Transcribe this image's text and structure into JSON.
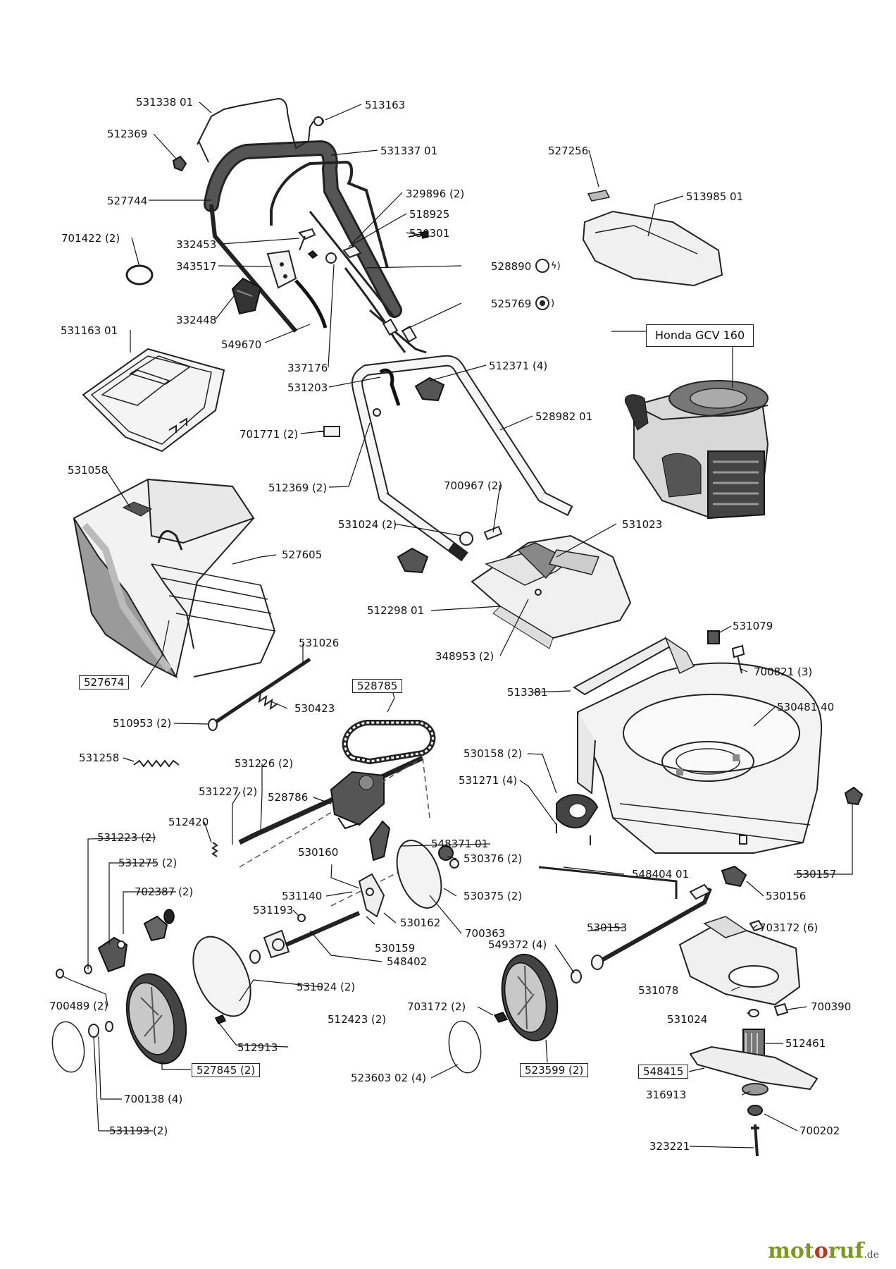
{
  "engine_label": "Honda GCV 160",
  "watermark": {
    "p1": "mot",
    "p2": "o",
    "p3": "ruf",
    "p4": ".de"
  },
  "labels": {
    "l531338_01": "531338 01",
    "l513163": "513163",
    "l512369_a": "512369",
    "l531337_01": "531337 01",
    "l527256": "527256",
    "l527744": "527744",
    "l329896": "329896 (2)",
    "l513985_01": "513985 01",
    "l518925": "518925",
    "l701422": "701422 (2)",
    "l332453": "332453",
    "l530301": "530301",
    "l343517": "343517",
    "l528890": "528890",
    "l332448": "332448",
    "l525769": "525769",
    "l531163_01": "531163 01",
    "l549670": "549670",
    "l337176": "337176",
    "l531203": "531203",
    "l512371": "512371 (4)",
    "l528982_01": "528982 01",
    "l701771": "701771 (2)",
    "l531058": "531058",
    "l512369_b": "512369 (2)",
    "l700967": "700967 (2)",
    "l531024_a": "531024 (2)",
    "l531023": "531023",
    "l527605": "527605",
    "l512298_01": "512298 01",
    "l348953": "348953 (2)",
    "l531079": "531079",
    "l531026": "531026",
    "l700821": "700821 (3)",
    "l527674": "527674",
    "l528785": "528785",
    "l513381": "513381",
    "l530423": "530423",
    "l530481_40": "530481 40",
    "l510953": "510953 (2)",
    "l531258": "531258",
    "l531226": "531226 (2)",
    "l530158": "530158 (2)",
    "l531227": "531227 (2)",
    "l528786": "528786",
    "l531271": "531271 (4)",
    "l512420": "512420",
    "l548371_01": "548371 01",
    "l531223": "531223 (2)",
    "l530160": "530160",
    "l530376": "530376 (2)",
    "l531275": "531275 (2)",
    "l548404_01": "548404 01",
    "l530157": "530157",
    "l702387": "702387 (2)",
    "l531140": "531140",
    "l530375": "530375 (2)",
    "l530156": "530156",
    "l531193_a": "531193",
    "l530162": "530162",
    "l700363": "700363",
    "l530153": "530153",
    "l703172_6": "703172 (6)",
    "l530159": "530159",
    "l548402": "548402",
    "l549372": "549372 (4)",
    "l531024_b": "531024 (2)",
    "l531078": "531078",
    "l700489": "700489 (2)",
    "l512423": "512423 (2)",
    "l703172_2": "703172 (2)",
    "l531024_c": "531024",
    "l700390": "700390",
    "l512913": "512913",
    "l512461": "512461",
    "l527845": "527845 (2)",
    "l523599": "523599 (2)",
    "l548415": "548415",
    "l523603": "523603 02 (4)",
    "l316913": "316913",
    "l700138": "700138 (4)",
    "l700202": "700202",
    "l531193_b": "531193 (2)",
    "l323221": "323221"
  }
}
